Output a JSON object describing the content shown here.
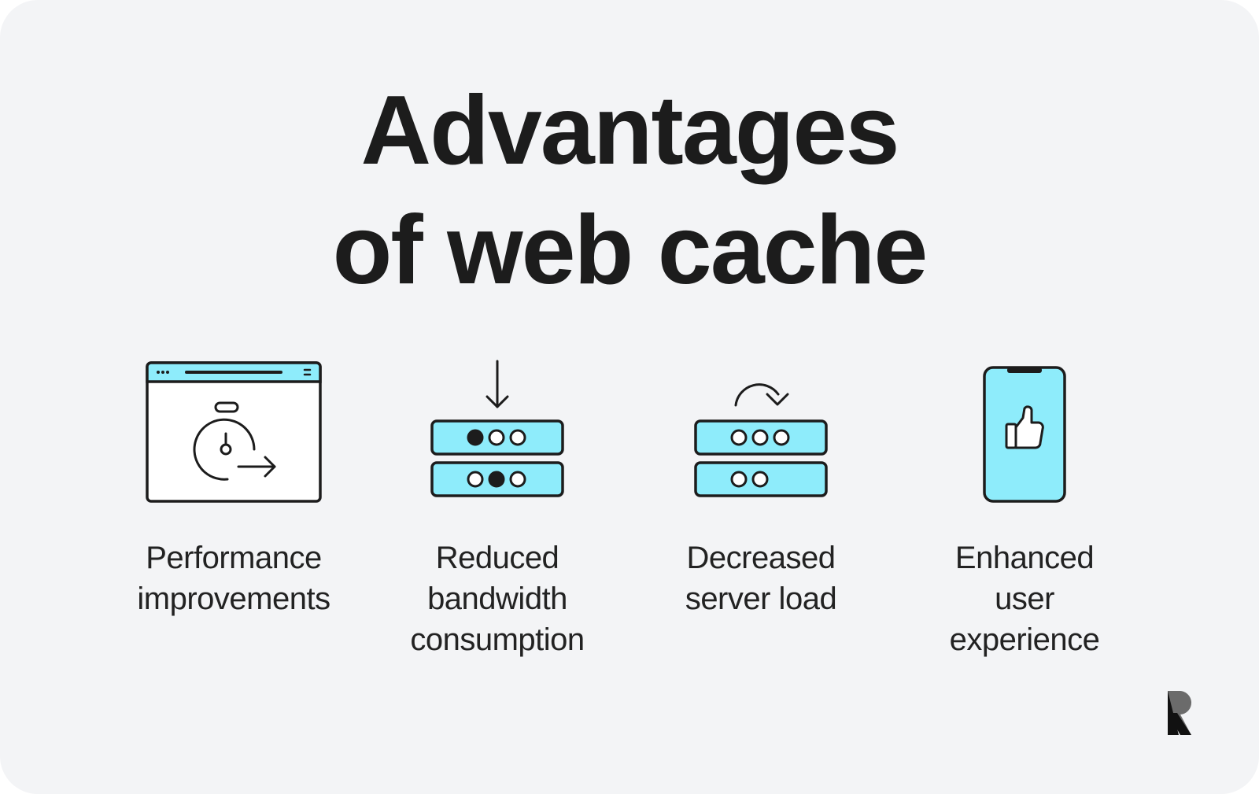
{
  "title": {
    "line1": "Advantages",
    "line2": "of web cache"
  },
  "advantages": [
    {
      "icon": "browser-stopwatch-icon",
      "label_lines": [
        "Performance",
        "improvements"
      ]
    },
    {
      "icon": "server-download-icon",
      "label_lines": [
        "Reduced",
        "bandwidth",
        "consumption"
      ]
    },
    {
      "icon": "server-refresh-icon",
      "label_lines": [
        "Decreased",
        "server load"
      ]
    },
    {
      "icon": "phone-thumbs-up-icon",
      "label_lines": [
        "Enhanced",
        "user",
        "experience"
      ]
    }
  ],
  "colors": {
    "background": "#f3f4f6",
    "accent": "#8eecfb",
    "ink": "#1c1c1c"
  },
  "logo": "brand-logo-r"
}
